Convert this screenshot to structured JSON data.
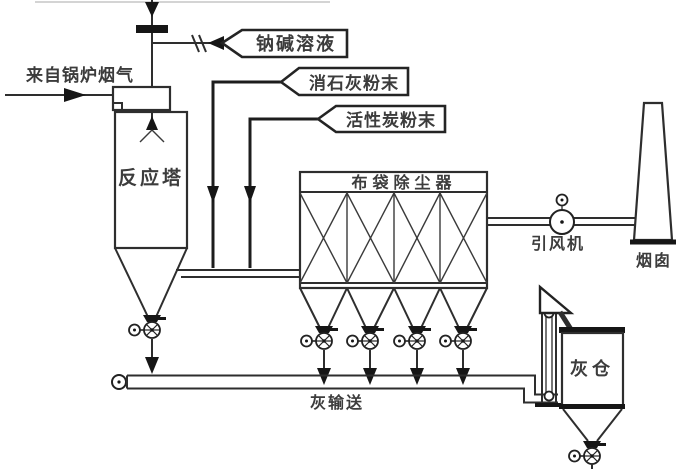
{
  "labels": {
    "flue_gas_from_boiler": "来自锅炉烟气",
    "sodium_alkali_solution": "钠碱溶液",
    "slaked_lime_powder": "消石灰粉末",
    "activated_carbon_powder": "活性炭粉末",
    "reaction_tower": "反应塔",
    "bag_filter": "布袋除尘器",
    "induced_draft_fan": "引风机",
    "chimney": "烟囱",
    "ash_silo": "灰仓",
    "ash_conveying": "灰输送"
  },
  "colors": {
    "background": "#ffffff",
    "line": "#2e2e2e",
    "text": "#3c3c3c",
    "solid_fill": "#161616"
  }
}
